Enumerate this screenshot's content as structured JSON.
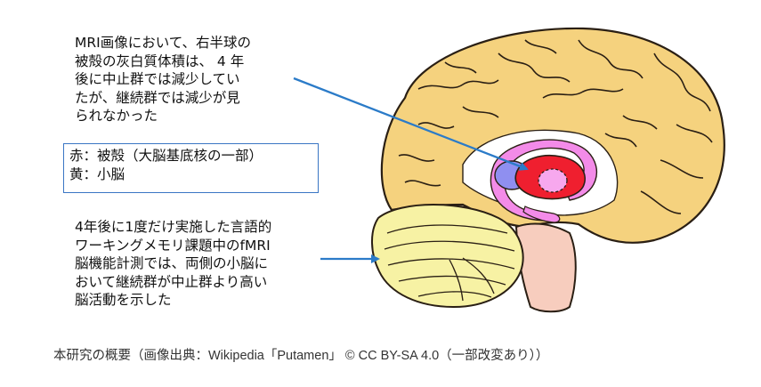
{
  "notes": {
    "top": "MRI画像において、右半球の\n被殻の灰白質体積は、 4 年\n後に中止群では減少してい\nたが、継続群では減少が見\nられなかった",
    "bottom": "4年後に1度だけ実施した言語的\nワーキングメモリ課題中のfMRI\n脳機能計測では、両側の小脳に\nおいて継続群が中止群より高い\n脳活動を示した"
  },
  "legend": {
    "red": "赤：被殻（大脳基底核の一部）",
    "yellow": "黄：小脳"
  },
  "caption": "本研究の概要（画像出典：Wikipedia「Putamen」 ©  CC BY-SA 4.0（一部改変あり））",
  "colors": {
    "cerebrum": "#f5d27e",
    "outline": "#2a1f14",
    "cerebellum": "#f7f2a4",
    "brainstem": "#f7cdbe",
    "putamen": "#ef1f2f",
    "putamen_core": "#f7a8ee",
    "caudate_arc": "#f38be8",
    "thalamus_blue": "#8f8ff0",
    "arrow": "#2b7bc8"
  }
}
